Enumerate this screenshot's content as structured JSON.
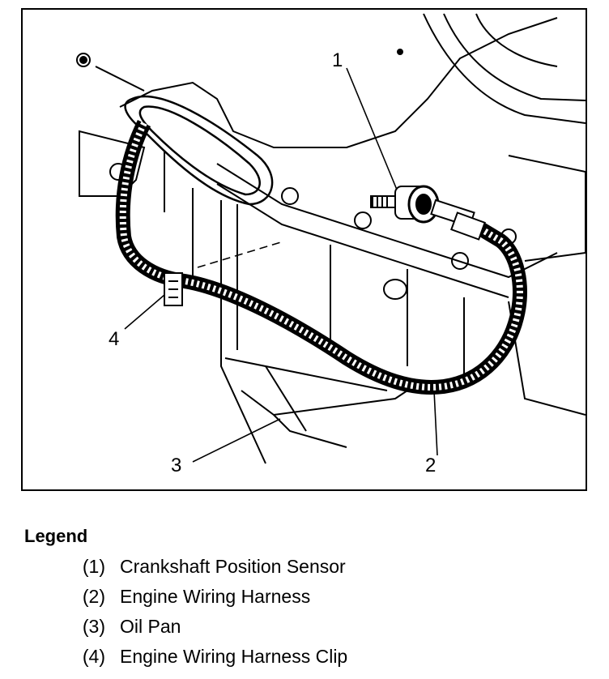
{
  "figure": {
    "callouts": [
      {
        "id": "1",
        "label": "1"
      },
      {
        "id": "2",
        "label": "2"
      },
      {
        "id": "3",
        "label": "3"
      },
      {
        "id": "4",
        "label": "4"
      }
    ]
  },
  "legend": {
    "title": "Legend",
    "items": [
      {
        "num": "(1)",
        "text": "Crankshaft Position Sensor"
      },
      {
        "num": "(2)",
        "text": "Engine Wiring Harness"
      },
      {
        "num": "(3)",
        "text": "Oil Pan"
      },
      {
        "num": "(4)",
        "text": "Engine Wiring Harness Clip"
      }
    ]
  },
  "colors": {
    "ink": "#000000",
    "paper": "#ffffff"
  },
  "icons": [
    "crankshaft-sensor-icon",
    "wiring-harness-icon",
    "oil-pan-icon",
    "harness-clip-icon"
  ]
}
